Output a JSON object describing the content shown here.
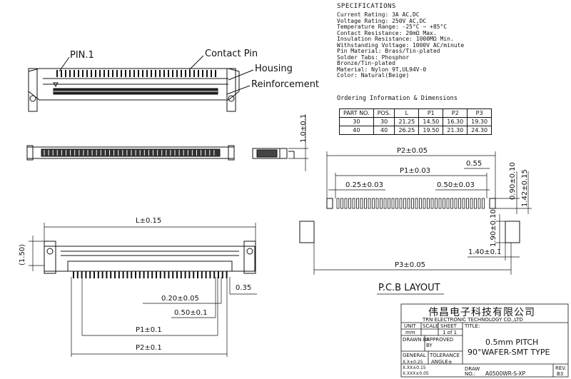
{
  "specifications": {
    "title": "SPECIFICATIONS",
    "lines": [
      "Current Rating: 3A AC,DC",
      "Voltage Rating: 250V AC,DC",
      "Temperature Range: -25°C ~ +85°C",
      "Contact Resistance: 20mΩ Max.",
      "Insulation Resistance: 1000MΩ Min.",
      "Withstanding Voltage: 1000V AC/minute",
      "Pin Material: Brass/Tin-plated",
      "Solder Tabs: Phosphor",
      "Bronze/Tin-plated",
      "Material: Nylon 9T,UL94V-0",
      "Color: Natural(Beige)"
    ]
  },
  "ordering": {
    "title": "Ordering Information & Dimensions",
    "headers": [
      "PART NO.",
      "POS.",
      "L",
      "P1",
      "P2",
      "P3"
    ],
    "rows": [
      [
        "30",
        "30",
        "21.25",
        "14.50",
        "16.30",
        "19.30"
      ],
      [
        "40",
        "40",
        "26.25",
        "19.50",
        "21.30",
        "24.30"
      ]
    ]
  },
  "callouts": {
    "pin1": "PIN.1",
    "contact_pin": "Contact Pin",
    "housing": "Housing",
    "reinforcement": "Reinforcement"
  },
  "dimensions": {
    "height": "1.0±0.1",
    "l": "L±0.15",
    "d150": "(1.50)",
    "d035": "0.35",
    "d020": "0.20±0.05",
    "d050a": "0.50±0.1",
    "p1a": "P1±0.1",
    "p2a": "P2±0.1",
    "p2b": "P2±0.05",
    "d055": "0.55",
    "p1b": "P1±0.03",
    "d025": "0.25±0.03",
    "d050b": "0.50±0.03",
    "d090": "0.90±0.10",
    "d142": "1.42±0.15",
    "d190": "1.90±0.10",
    "d140": "1.40±0.1",
    "p3": "P3±0.05",
    "pcb_layout": "P.C.B LAYOUT"
  },
  "title_block": {
    "company_cn": "伟昌电子科技有限公司",
    "company_en": "TRN ELECTRONIC TECHNOLOGY CO.,LTD",
    "unit_label": "UNIT",
    "unit_value": "mm",
    "scale_label": "SCALE",
    "sheet_label": "SHEET",
    "sheet_value": "1 of 1",
    "title_label": "TITLE:",
    "title_line1": "0.5mm PITCH",
    "title_line2": "90°WAFER-SMT TYPE",
    "drawn_by": "DRAWN BY",
    "approved_by": "APPROVED BY",
    "general": "GENERAL",
    "tolerance": "TOLERANCE",
    "tol1": "X.X±0.25",
    "tol2": "X.XX±0.15",
    "tol3": "X.XXX±0.05",
    "angle": "ANGLE±",
    "draw_no_label": "DRAW NO.:",
    "draw_no": "A0500WR-S-XP",
    "rev_label": "REV.",
    "rev_value": "B3"
  }
}
